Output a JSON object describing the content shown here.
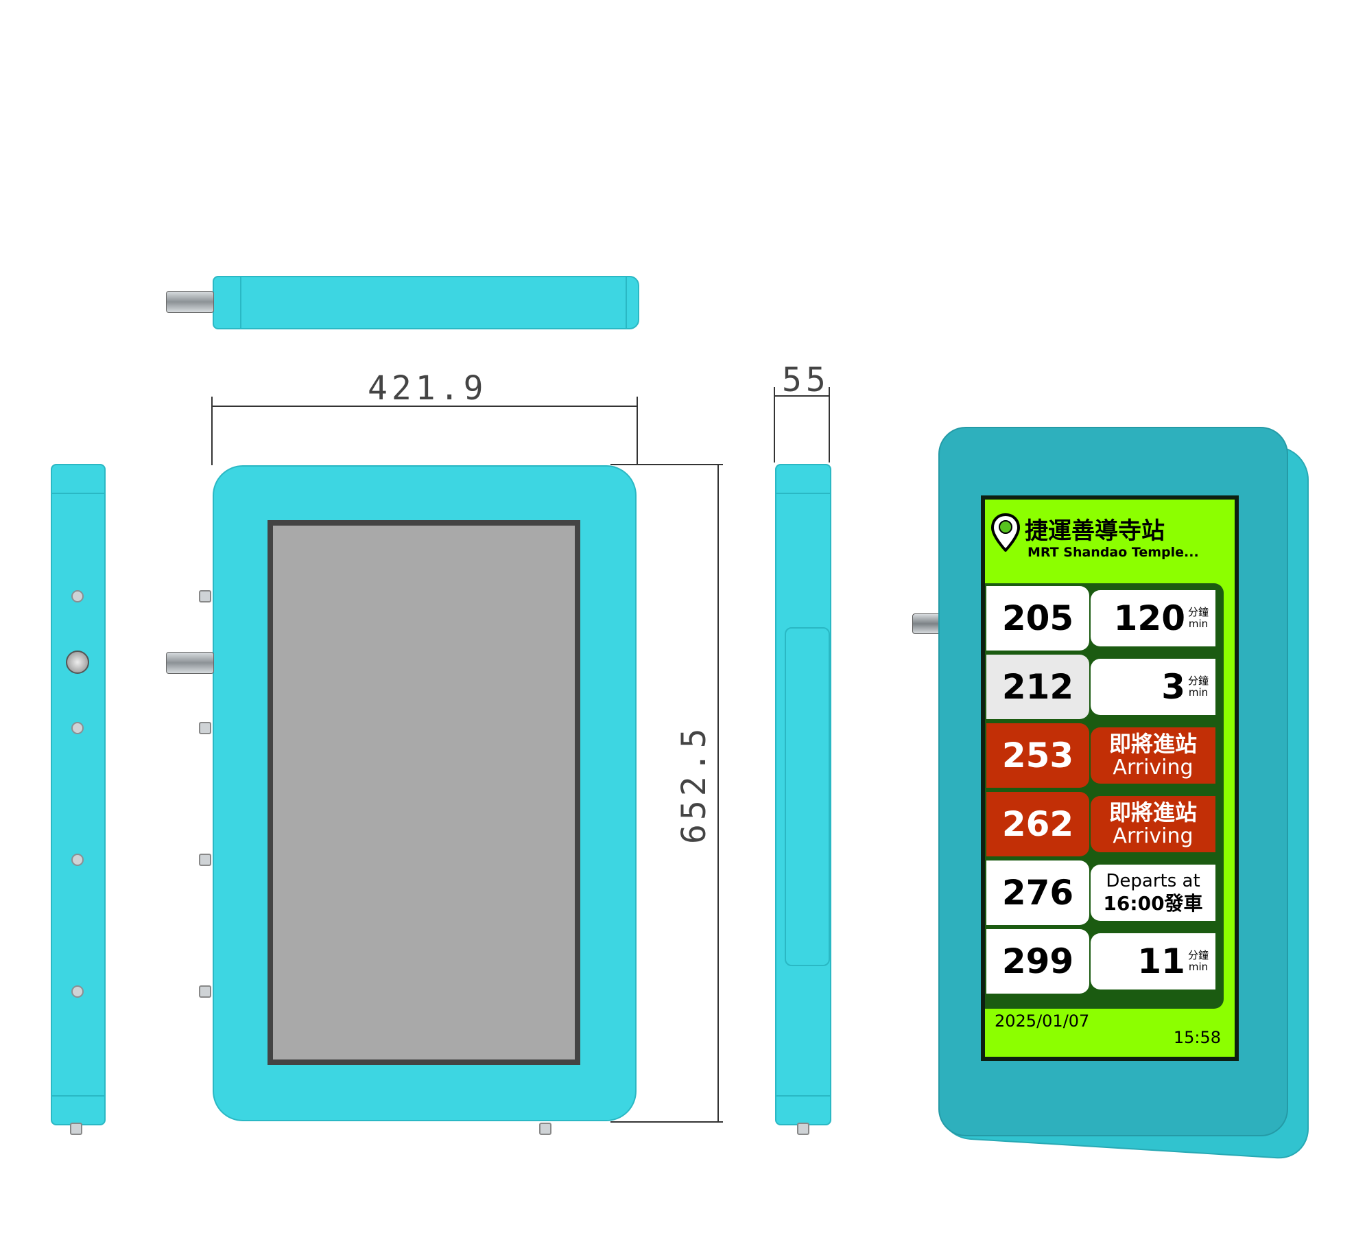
{
  "dimensions": {
    "width_label": "421.9",
    "depth_label": "55",
    "height_label": "652.5"
  },
  "display": {
    "station_zh": "捷運善導寺站",
    "station_en": "MRT Shandao Temple...",
    "rows": [
      {
        "route": "205",
        "kind": "minutes",
        "value": "120",
        "unit_zh": "分鐘",
        "unit_en": "min",
        "route_bg": "#ffffff",
        "route_fg": "#000000"
      },
      {
        "route": "212",
        "kind": "minutes",
        "value": "3",
        "unit_zh": "分鐘",
        "unit_en": "min",
        "route_bg": "#e9e9e9",
        "route_fg": "#000000"
      },
      {
        "route": "253",
        "kind": "arriving",
        "zh": "即將進站",
        "en": "Arriving",
        "route_bg": "#c22f06",
        "route_fg": "#ffffff"
      },
      {
        "route": "262",
        "kind": "arriving",
        "zh": "即將進站",
        "en": "Arriving",
        "route_bg": "#c22f06",
        "route_fg": "#ffffff"
      },
      {
        "route": "276",
        "kind": "departs",
        "line1": "Departs at",
        "line2": "16:00發車",
        "route_bg": "#ffffff",
        "route_fg": "#000000"
      },
      {
        "route": "299",
        "kind": "minutes",
        "value": "11",
        "unit_zh": "分鐘",
        "unit_en": "min",
        "route_bg": "#ffffff",
        "route_fg": "#000000"
      }
    ],
    "date": "2025/01/07",
    "time": "15:58"
  },
  "colors": {
    "enclosure": "#3dd6e2",
    "screen_bg": "#8cff00",
    "arriving": "#c22f06"
  }
}
